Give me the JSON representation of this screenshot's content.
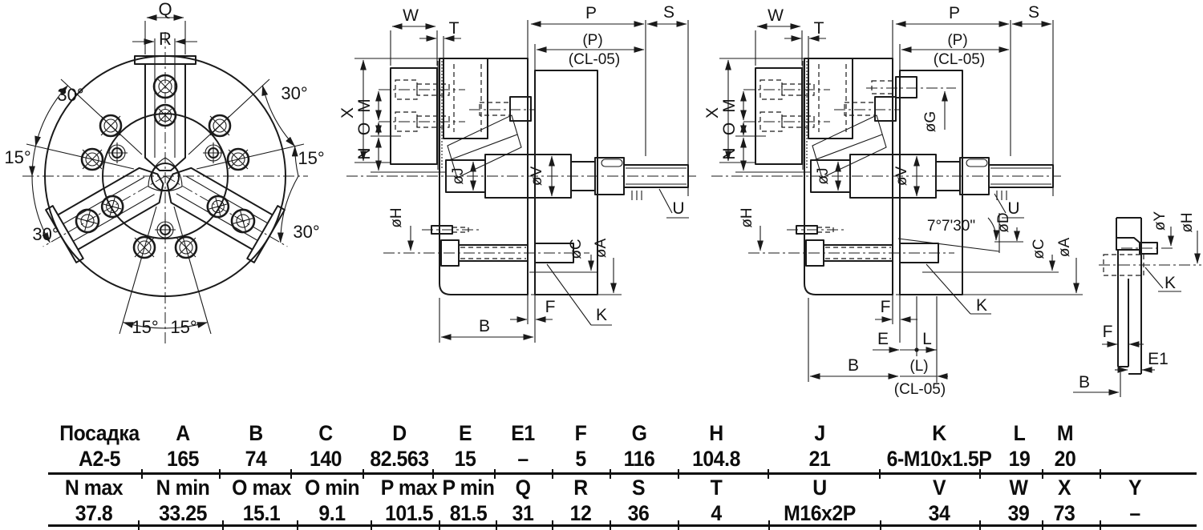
{
  "labels": {
    "Q": "Q",
    "R": "R",
    "deg30": "30°",
    "deg15": "15°",
    "W": "W",
    "T": "T",
    "P": "P",
    "S": "S",
    "P_paren": "(P)",
    "CL05": "(CL-05)",
    "X": "X",
    "M": "M",
    "O": "O",
    "N": "N",
    "dJ": "øJ",
    "dV": "øV",
    "dH": "øH",
    "dC": "øC",
    "dA": "øA",
    "dG": "øG",
    "dD": "øD",
    "dY": "øY",
    "U": "U",
    "B": "B",
    "F": "F",
    "K": "K",
    "E": "E",
    "E1": "E1",
    "L": "L",
    "L_paren": "(L)",
    "taper": "7°7'30\""
  },
  "table": {
    "group1": {
      "headers": [
        "Посадка",
        "A",
        "B",
        "C",
        "D",
        "E",
        "E1",
        "F",
        "G",
        "H",
        "J",
        "K",
        "L",
        "M"
      ],
      "values": [
        "A2-5",
        "165",
        "74",
        "140",
        "82.563",
        "15",
        "–",
        "5",
        "116",
        "104.8",
        "21",
        "6-M10x1.5P",
        "19",
        "20"
      ]
    },
    "group2": {
      "headers": [
        "N max",
        "N min",
        "O max",
        "O min",
        "P max",
        "P min",
        "Q",
        "R",
        "S",
        "T",
        "U",
        "V",
        "W",
        "X",
        "Y"
      ],
      "values": [
        "37.8",
        "33.25",
        "15.1",
        "9.1",
        "101.5",
        "81.5",
        "31",
        "12",
        "36",
        "4",
        "M16x2P",
        "34",
        "39",
        "73",
        "–"
      ]
    }
  }
}
